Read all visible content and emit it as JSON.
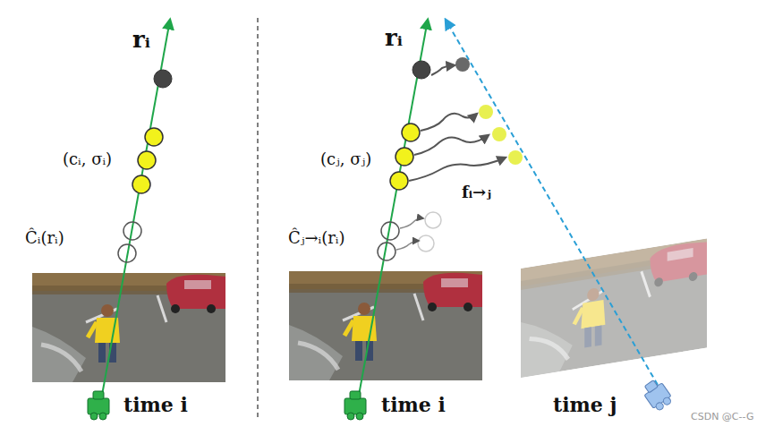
{
  "diagram": {
    "labels": [
      "rᵢ",
      "(cᵢ, σᵢ)",
      "Ĉᵢ(rᵢ)",
      "time i",
      "rᵢ",
      "(cⱼ, σⱼ)",
      "fᵢ→ⱼ",
      "Ĉⱼ→ᵢ(rᵢ)",
      "time i",
      "time j",
      "CSDN @C--G"
    ]
  }
}
